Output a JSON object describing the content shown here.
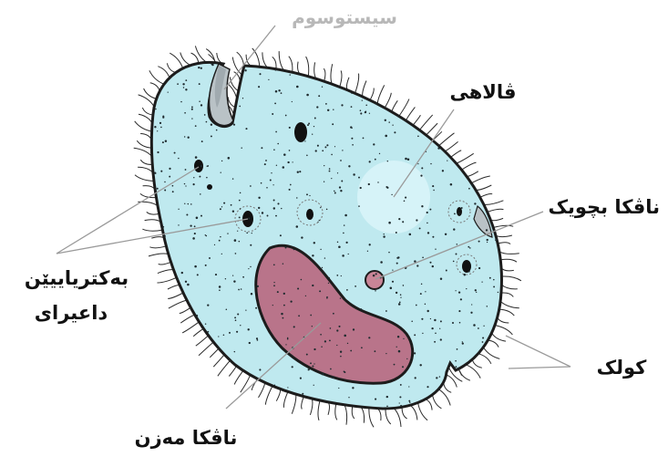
{
  "diagram": {
    "labels": {
      "cytostome": "سیستوسوم",
      "vacuole": "ڤالاهی",
      "small_nucleus": "ناڤکا بچویک",
      "bacteria_line1": "بەکتریاییێن",
      "bacteria_line2": "داعیرای",
      "cilia": "کولک",
      "large_nucleus": "ناڤکا مەزن"
    },
    "colors": {
      "cell_fill": "#bfe9ef",
      "cell_outline": "#1c1c1c",
      "macronucleus_fill": "#b9748a",
      "vacuole_fill": "#d6f3f8",
      "micronucleus_fill": "#c98597",
      "cytostome_fill": "#b9c2c6"
    }
  }
}
